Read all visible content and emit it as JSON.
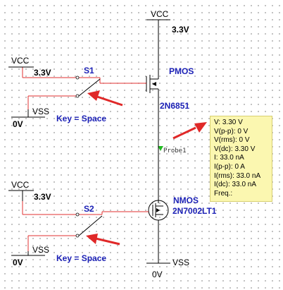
{
  "supplies": {
    "vcc_top": {
      "name": "VCC",
      "voltage": "3.3V"
    },
    "vcc_s1": {
      "name": "VCC",
      "voltage": "3.3V"
    },
    "vss_s1": {
      "name": "VSS",
      "voltage": "0V"
    },
    "vcc_s2": {
      "name": "VCC",
      "voltage": "3.3V"
    },
    "vss_s2": {
      "name": "VSS",
      "voltage": "0V"
    },
    "vss_bottom": {
      "name": "VSS",
      "voltage": "0V"
    }
  },
  "switches": [
    {
      "ref": "S1",
      "key": "Key = Space"
    },
    {
      "ref": "S2",
      "key": "Key = Space"
    }
  ],
  "transistors": {
    "pmos": {
      "type": "PMOS",
      "part": "2N6851"
    },
    "nmos": {
      "type": "NMOS",
      "part": "2N7002LT1"
    }
  },
  "probe": {
    "label": "Probe1",
    "readings": [
      "V: 3.30 V",
      "V(p-p): 0 V",
      "V(rms): 0 V",
      "V(dc): 3.30 V",
      "I: 33.0 nA",
      "I(p-p): 0 A",
      "I(rms): 33.0 nA",
      "I(dc): 33.0 nA",
      "Freq.:"
    ]
  },
  "colors": {
    "wire_black": "#000000",
    "wire_red": "#e03030",
    "label_blue": "#1a1fb5",
    "probe_green": "#22bb22",
    "tooltip_bg": "#fbf7b0"
  }
}
